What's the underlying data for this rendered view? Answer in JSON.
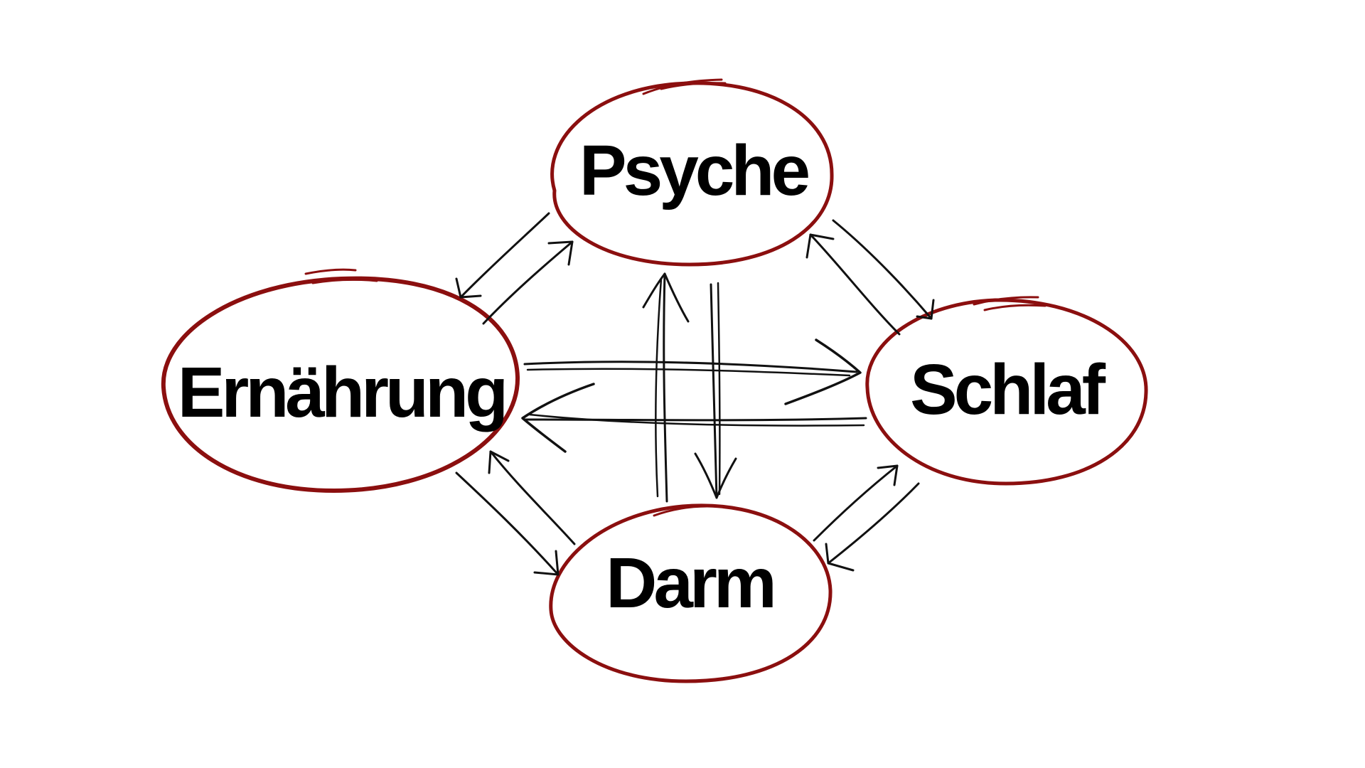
{
  "diagram": {
    "nodes": {
      "psyche": {
        "label": "Psyche"
      },
      "ernaehrung": {
        "label": "Ernährung"
      },
      "schlaf": {
        "label": "Schlaf"
      },
      "darm": {
        "label": "Darm"
      }
    },
    "colors": {
      "ring": "#8b0f0f",
      "arrow": "#111111",
      "text": "#000000",
      "background": "#ffffff"
    },
    "connections": [
      {
        "from": "Psyche",
        "to": "Ernährung"
      },
      {
        "from": "Ernährung",
        "to": "Psyche"
      },
      {
        "from": "Psyche",
        "to": "Schlaf"
      },
      {
        "from": "Schlaf",
        "to": "Psyche"
      },
      {
        "from": "Ernährung",
        "to": "Schlaf"
      },
      {
        "from": "Schlaf",
        "to": "Ernährung"
      },
      {
        "from": "Psyche",
        "to": "Darm"
      },
      {
        "from": "Darm",
        "to": "Psyche"
      },
      {
        "from": "Ernährung",
        "to": "Darm"
      },
      {
        "from": "Darm",
        "to": "Ernährung"
      },
      {
        "from": "Schlaf",
        "to": "Darm"
      },
      {
        "from": "Darm",
        "to": "Schlaf"
      }
    ]
  }
}
